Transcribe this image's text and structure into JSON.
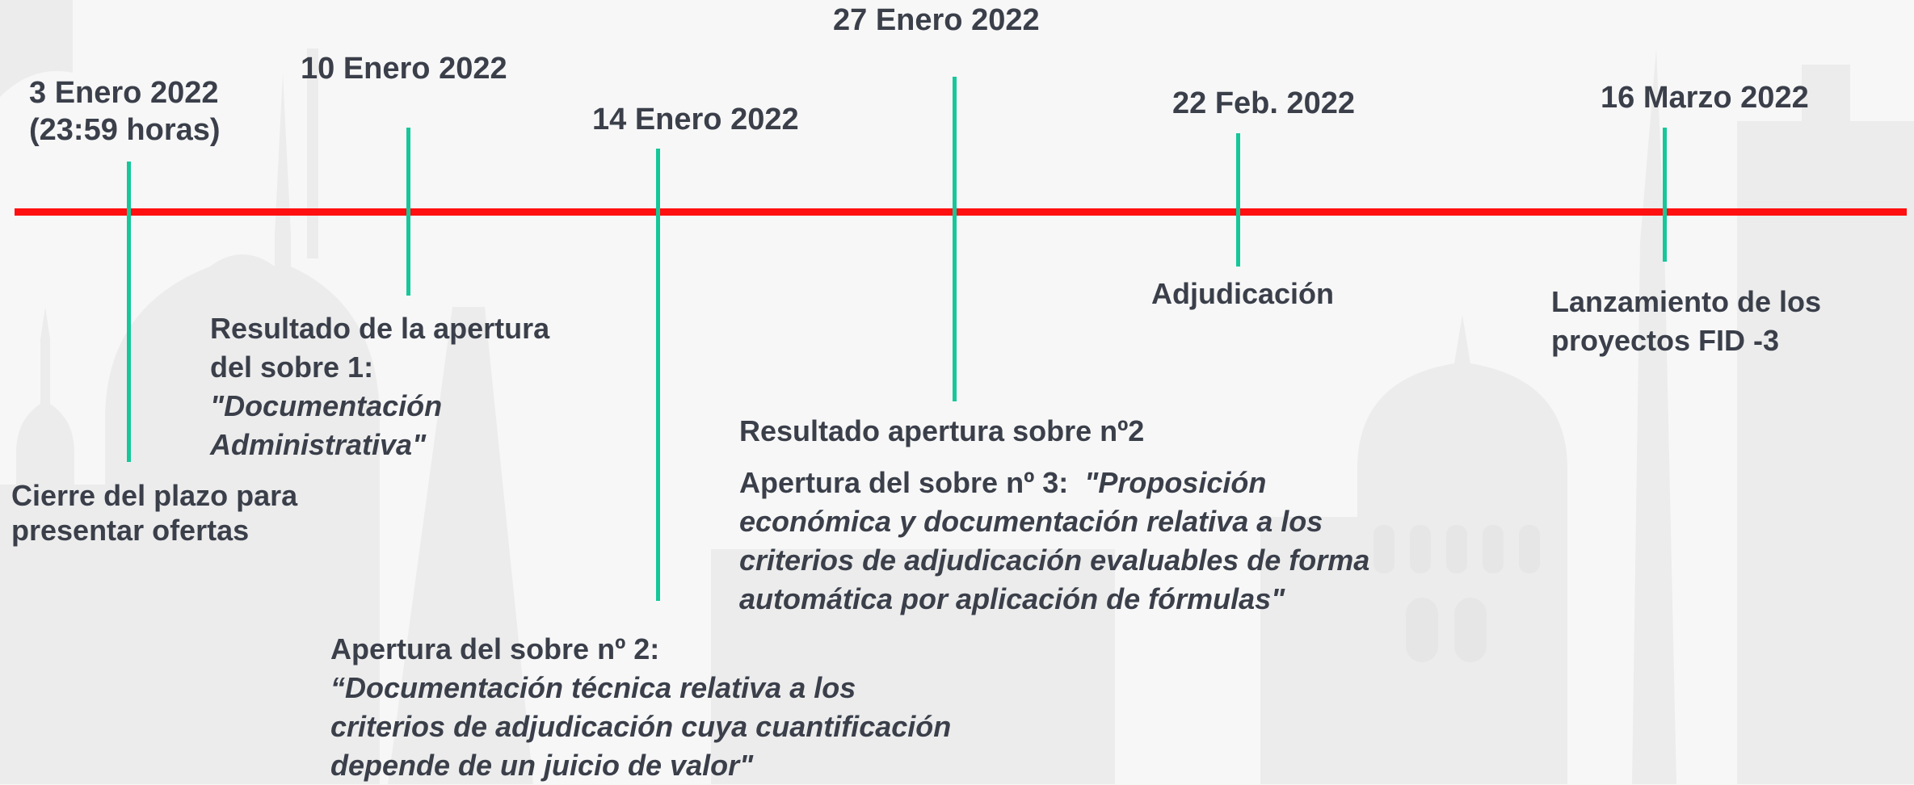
{
  "milestones": [
    {
      "date_lines": [
        "3 Enero 2022",
        "(23:59 horas)"
      ],
      "description_lines": [
        "Cierre del plazo para",
        "presentar ofertas"
      ]
    },
    {
      "date_lines": [
        "10 Enero 2022"
      ],
      "description_lines": [
        "Resultado de la apertura",
        "del sobre 1:"
      ],
      "description_quote_lines": [
        "\"Documentación",
        "Administrativa\""
      ]
    },
    {
      "date_lines": [
        "14 Enero 2022"
      ],
      "description_lines": [
        "Apertura del sobre nº 2:"
      ],
      "description_quote_lines": [
        "“Documentación técnica relativa a los",
        "criterios de adjudicación cuya cuantificación",
        "depende de un juicio de valor\""
      ]
    },
    {
      "date_lines": [
        "27 Enero 2022"
      ],
      "description_lines": [
        "Resultado apertura sobre nº2"
      ],
      "second_description_prefix": "Apertura del sobre nº 3:",
      "second_description_quote_lines": [
        "\"Proposición",
        "económica y documentación relativa a los",
        "criterios de adjudicación evaluables de forma",
        "automática por aplicación de fórmulas\""
      ]
    },
    {
      "date_lines": [
        "22 Feb. 2022"
      ],
      "description_lines": [
        "Adjudicación"
      ]
    },
    {
      "date_lines": [
        "16 Marzo 2022"
      ],
      "description_lines": [
        "Lanzamiento de los",
        "proyectos FID -3"
      ]
    }
  ],
  "colors": {
    "axis": "#ff1010",
    "tick": "#16c79a",
    "text": "#3a3f4a",
    "background": "#f7f7f7",
    "watermark": "#ebebeb"
  }
}
